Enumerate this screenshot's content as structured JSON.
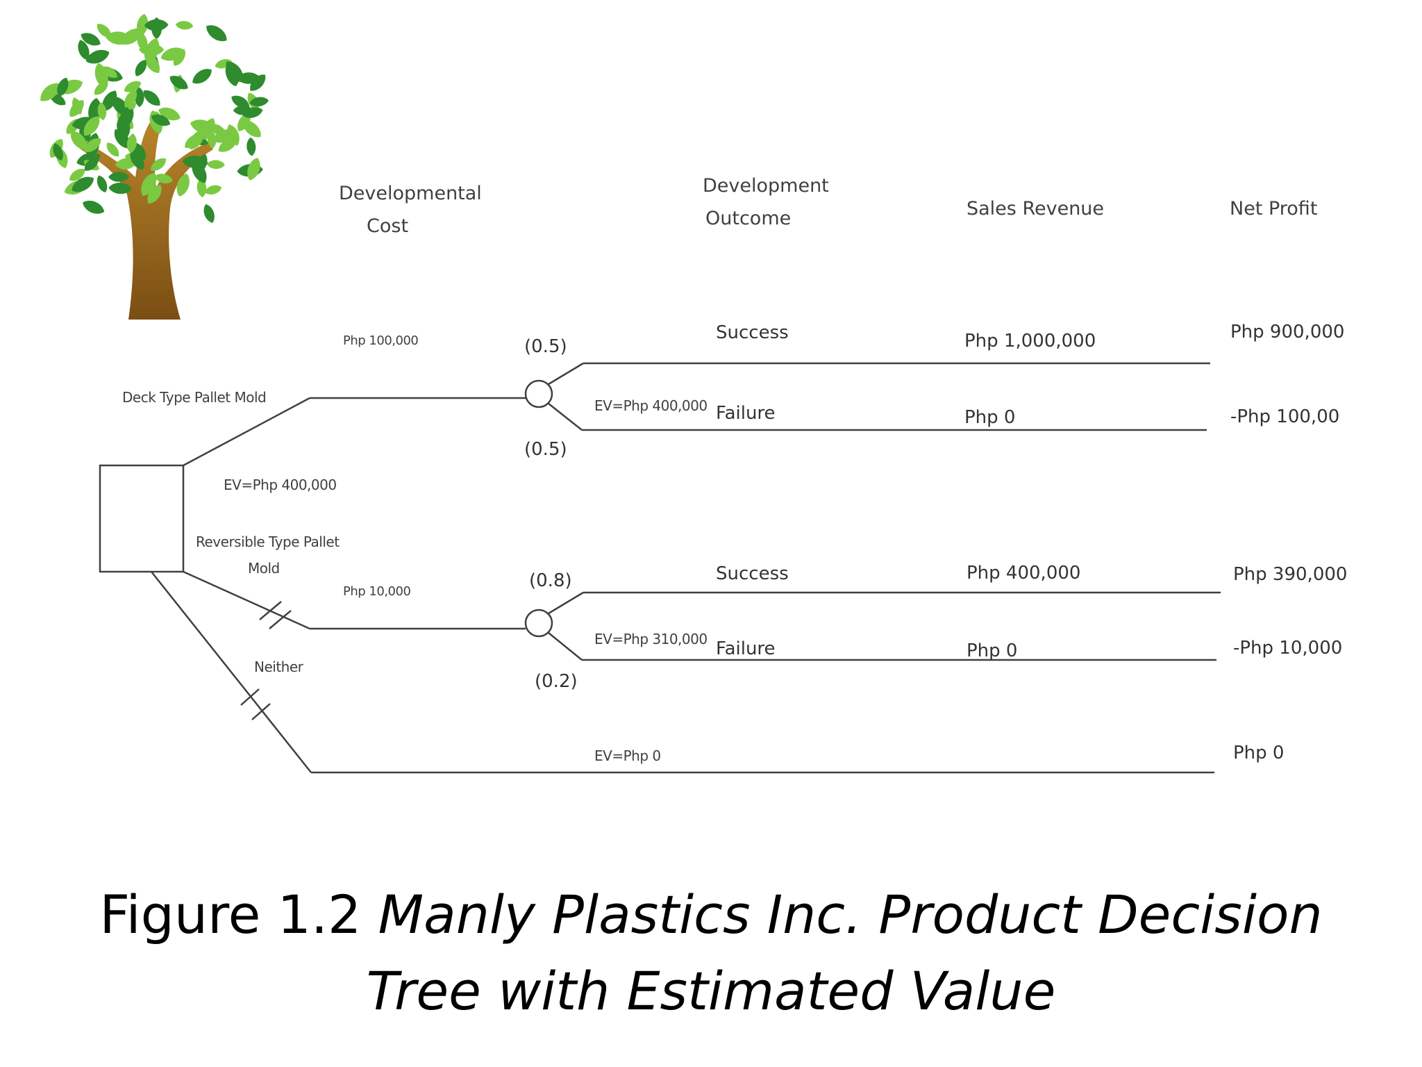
{
  "headers": {
    "developmental_cost": [
      "Developmental",
      "Cost"
    ],
    "development_outcome": [
      "Development",
      "Outcome"
    ],
    "sales_revenue": "Sales Revenue",
    "net_profit": "Net Profit"
  },
  "branches": {
    "deck": {
      "label": "Deck Type Pallet Mold",
      "cost": "Php 100,000",
      "decision_ev": "EV=Php 400,000",
      "chance_ev": "EV=Php 400,000",
      "p_success": "(0.5)",
      "p_failure": "(0.5)",
      "success_label": "Success",
      "failure_label": "Failure",
      "success_revenue": "Php 1,000,000",
      "failure_revenue": "Php 0",
      "success_profit": "Php 900,000",
      "failure_profit": "-Php 100,00"
    },
    "reversible": {
      "label_line1": "Reversible Type Pallet",
      "label_line2": "Mold",
      "cost": "Php 10,000",
      "chance_ev": "EV=Php 310,000",
      "p_success": "(0.8)",
      "p_failure": "(0.2)",
      "success_label": "Success",
      "failure_label": "Failure",
      "success_revenue": "Php 400,000",
      "failure_revenue": "Php 0",
      "success_profit": "Php 390,000",
      "failure_profit": "-Php 10,000"
    },
    "neither": {
      "label": "Neither",
      "ev": "EV=Php 0",
      "profit": "Php 0"
    }
  },
  "caption": {
    "prefix": "Figure 1.2 ",
    "title_line1": "Manly Plastics Inc. Product Decision",
    "title_line2": "Tree with Estimated Value"
  },
  "colors": {
    "line": "#404040",
    "tree_trunk": "#9a6a1c",
    "leaf_dark": "#2e8b2e",
    "leaf_light": "#7ac943"
  }
}
